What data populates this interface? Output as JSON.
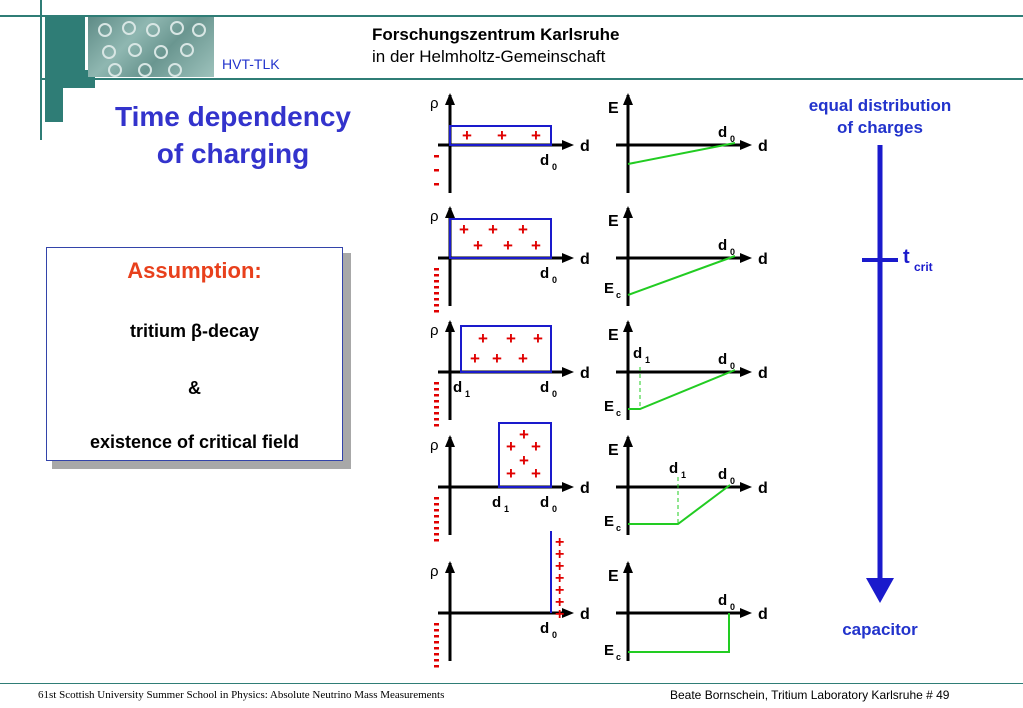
{
  "header": {
    "hvt": "HVT-TLK",
    "org_line1": "Forschungszentrum Karlsruhe",
    "org_line2": "in  der  Helmholtz-Gemeinschaft"
  },
  "title": {
    "line1": "Time dependency",
    "line2": "of charging"
  },
  "assumption": {
    "heading": "Assumption:",
    "line1": "tritium β-decay",
    "line2": "&",
    "line3": "existence of critical field"
  },
  "labels": {
    "rho": "ρ",
    "E": "E",
    "d": "d",
    "d_main": "d",
    "sub0": "0",
    "sub1": "1",
    "Ec_main": "E",
    "Ec_sub": "c",
    "plus": "+",
    "minus": "-",
    "tcrit_main": "t",
    "tcrit_sub": "crit"
  },
  "timeline": {
    "top_label_line1": "equal distribution",
    "top_label_line2": "of charges",
    "bottom_label": "capacitor"
  },
  "footer": {
    "left": "61st Scottish University Summer School in Physics: Absolute Neutrino Mass Measurements",
    "right": "Beate Bornschein, Tritium Laboratory Karlsruhe   # 49"
  },
  "colors": {
    "teal": "#2f7d76",
    "title_blue": "#3333cc",
    "box_blue": "#1a1acc",
    "plus_red": "#e00000",
    "field_green": "#22cc22",
    "assumption_orange": "#e8401c"
  }
}
